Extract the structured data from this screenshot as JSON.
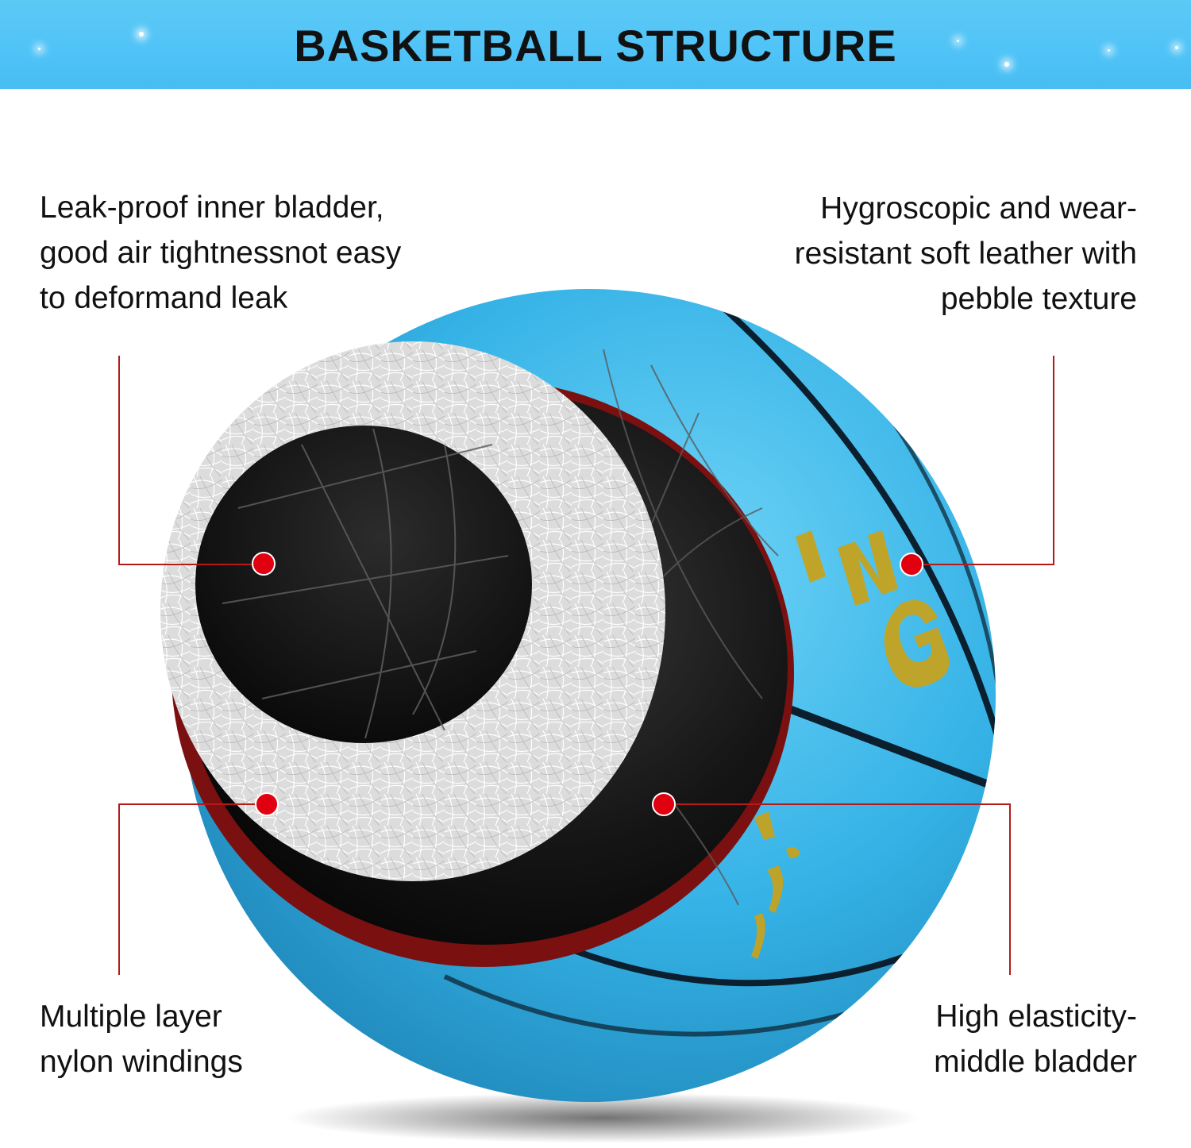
{
  "header": {
    "title": "BASKETBALL STRUCTURE",
    "background_color": "#4fc3f7"
  },
  "labels": {
    "inner_bladder": {
      "lines": [
        "Leak-proof inner bladder,",
        "good air tightnessnot easy",
        "to  deformand leak"
      ]
    },
    "leather": {
      "lines": [
        "Hygroscopic and wear-",
        "resistant soft leather with",
        "pebble texture"
      ]
    },
    "nylon_windings": {
      "lines": [
        "Multiple layer",
        "nylon windings"
      ]
    },
    "middle_bladder": {
      "lines": [
        "High elasticity-",
        "middle bladder"
      ]
    }
  },
  "colors": {
    "ball_blue": "#3bb8e8",
    "seam_dark": "#0c1f2e",
    "callout_line": "#b41a1a",
    "marker_red": "#e00010",
    "logo_gold": "#c9a21a"
  },
  "icons": {
    "marker": "red-dot-marker",
    "sparkle": "sparkle-icon"
  }
}
